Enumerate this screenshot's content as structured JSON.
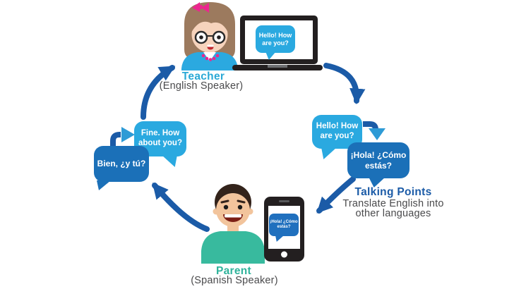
{
  "diagram": {
    "title_context": "Talking Points translation cycle",
    "teacher": {
      "label": "Teacher",
      "sublabel": "(English Speaker)"
    },
    "parent": {
      "label": "Parent",
      "sublabel": "(Spanish Speaker)"
    },
    "talking_points": {
      "title": "Talking Points",
      "line1": "Translate English into",
      "line2": "other languages"
    },
    "bubbles": {
      "laptop": {
        "line1": "Hello! How",
        "line2": "are you?"
      },
      "english_sent": {
        "line1": "Hello! How",
        "line2": "are you?"
      },
      "spanish_translated": {
        "line1": "¡Hola! ¿Cómo",
        "line2": "estás?"
      },
      "phone_received": {
        "line1": "¡Hola! ¿Cómo",
        "line2": "estás?"
      },
      "spanish_reply": {
        "text": "Bien, ¿y tú?"
      },
      "english_reply": {
        "line1": "Fine. How",
        "line2": "about you?"
      }
    },
    "colors": {
      "light_blue_bubble": "#2AA9E0",
      "dark_blue_bubble": "#1B70B8",
      "phone_bubble_blue": "#2070BE",
      "arrow_navy": "#1B5BA7",
      "arrow_light_accent": "#2E9BD6",
      "teal_label": "#2FB39B",
      "cyan_label": "#2AA9D6",
      "gray_text": "#4A4A4C",
      "device_black": "#231F20",
      "teacher_shirt": "#2BA9E0",
      "parent_shirt": "#38BA9E"
    }
  }
}
